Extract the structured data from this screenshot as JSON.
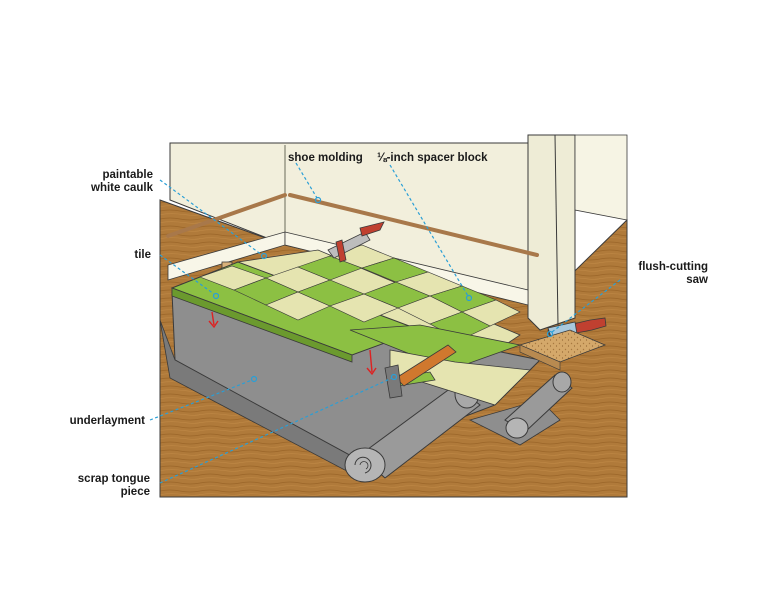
{
  "labels": {
    "paintable_white_caulk_line1": "paintable",
    "paintable_white_caulk_line2": "white caulk",
    "tile": "tile",
    "underlayment": "underlayment",
    "scrap_tongue_piece_line1": "scrap tongue",
    "scrap_tongue_piece_line2": "piece",
    "shoe_molding": "shoe molding",
    "spacer_block": "⅛-inch spacer block",
    "flush_cutting_saw_line1": "flush-cutting",
    "flush_cutting_saw_line2": "saw"
  },
  "colors": {
    "leader": "#2a9fd6",
    "floor": "#b07a3a",
    "wall": "#f2efdc",
    "tile_green": "#8cc043",
    "tile_cream": "#e5e4b0",
    "underlayment": "#8e8e8e"
  }
}
